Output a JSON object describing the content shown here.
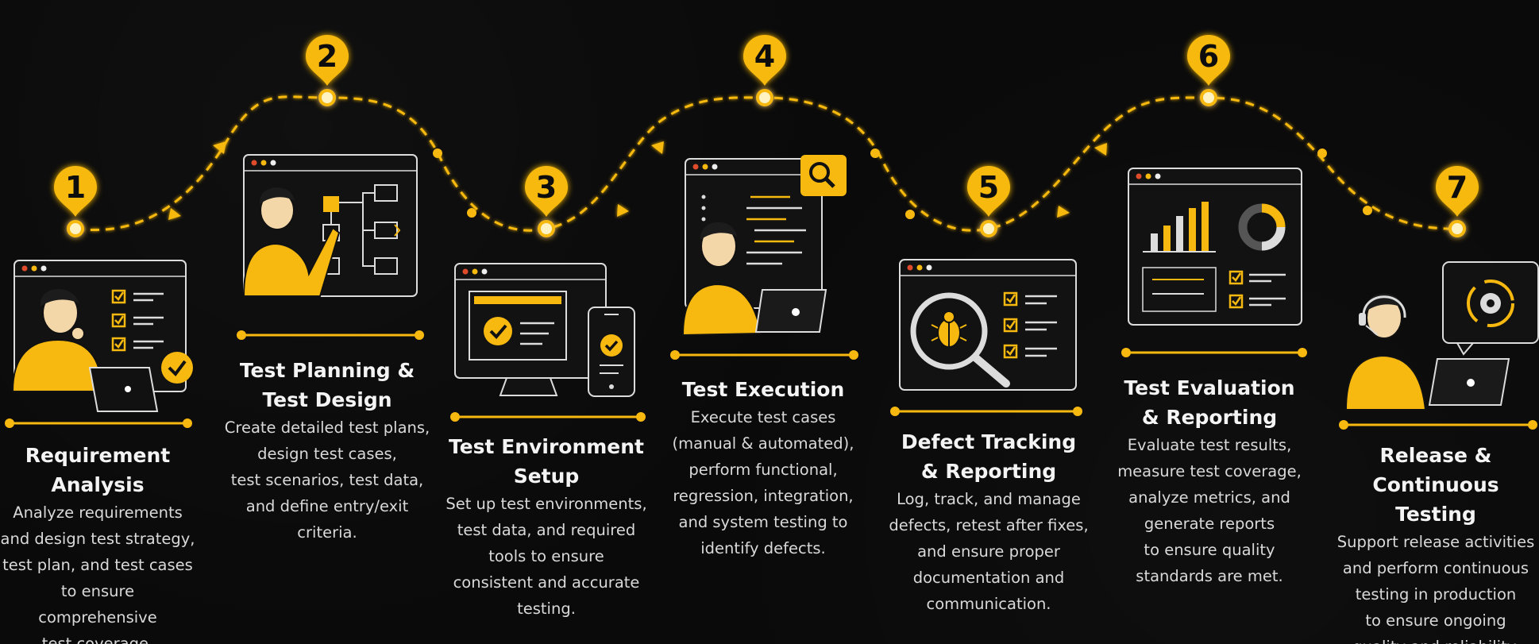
{
  "accent": "#f7b90f",
  "steps": [
    {
      "number": "1",
      "title_lines": [
        "Requirement",
        "Analysis"
      ],
      "desc_lines": [
        "Analyze requirements",
        "and design test strategy,",
        "test plan, and test cases",
        "to ensure comprehensive",
        "test coverage."
      ],
      "icon": "analyst-with-checklist-icon"
    },
    {
      "number": "2",
      "title_lines": [
        "Test Planning &",
        "Test Design"
      ],
      "desc_lines": [
        "Create detailed test plans,",
        "design test cases,",
        "test scenarios, test data,",
        "and define entry/exit",
        "criteria."
      ],
      "icon": "planner-with-flowchart-icon"
    },
    {
      "number": "3",
      "title_lines": [
        "Test Environment",
        "Setup"
      ],
      "desc_lines": [
        "Set up test environments,",
        "test data, and required",
        "tools to ensure",
        "consistent and accurate",
        "testing."
      ],
      "icon": "desktop-and-mobile-check-icon"
    },
    {
      "number": "4",
      "title_lines": [
        "Test Execution"
      ],
      "desc_lines": [
        "Execute test cases",
        "(manual & automated),",
        "perform functional,",
        "regression, integration,",
        "and system testing to",
        "identify defects."
      ],
      "icon": "tester-with-code-laptop-icon"
    },
    {
      "number": "5",
      "title_lines": [
        "Defect Tracking",
        "& Reporting"
      ],
      "desc_lines": [
        "Log, track, and manage",
        "defects, retest after fixes,",
        "and ensure proper",
        "documentation and",
        "communication."
      ],
      "icon": "bug-magnifier-icon"
    },
    {
      "number": "6",
      "title_lines": [
        "Test Evaluation",
        "& Reporting"
      ],
      "desc_lines": [
        "Evaluate test results,",
        "measure test coverage,",
        "analyze metrics, and",
        "generate reports",
        "to ensure quality",
        "standards are met."
      ],
      "icon": "dashboard-charts-icon"
    },
    {
      "number": "7",
      "title_lines": [
        "Release &",
        "Continuous Testing"
      ],
      "desc_lines": [
        "Support release activities",
        "and perform continuous",
        "testing in production",
        "to ensure ongoing",
        "quality and reliability."
      ],
      "icon": "support-agent-continuous-icon"
    }
  ]
}
